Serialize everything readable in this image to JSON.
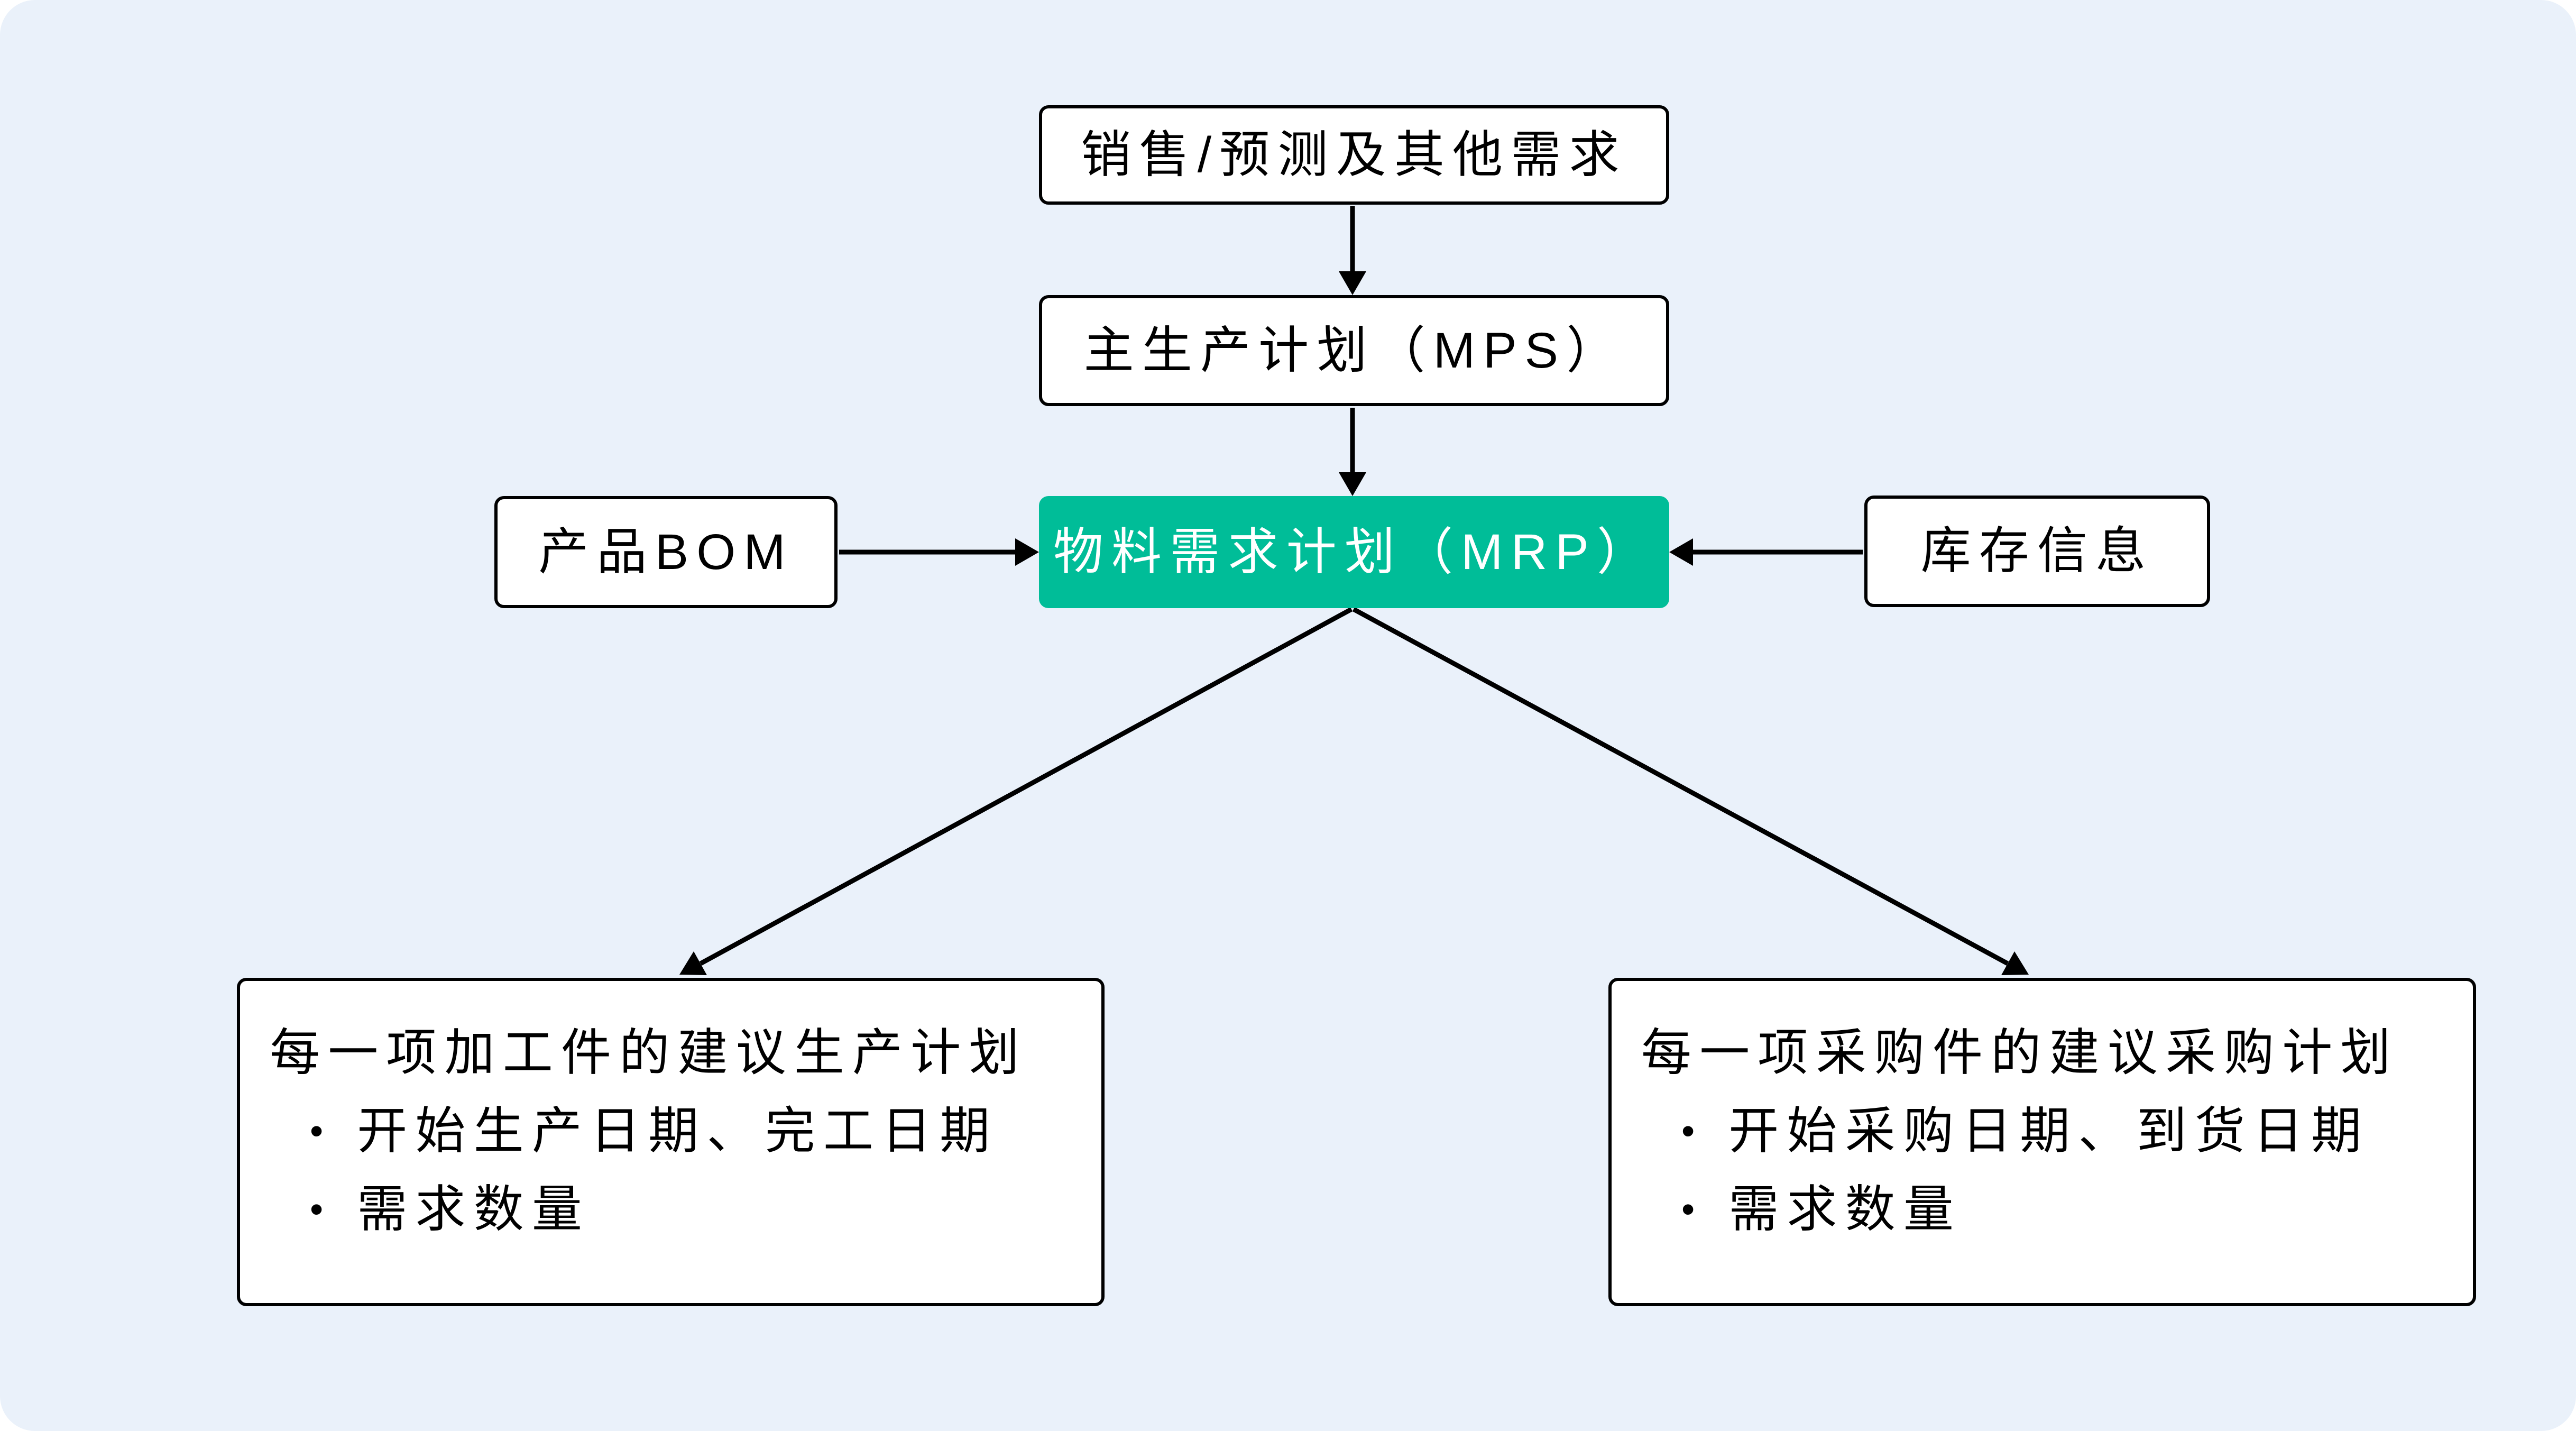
{
  "diagram": {
    "background": "#FFFFFF",
    "panel_color": "#EAF1FA",
    "accent_color": "#00BD98",
    "line_color": "#000000",
    "bullet_glyph": "•",
    "nodes": {
      "sales": {
        "label": "销售/预测及其他需求"
      },
      "mps": {
        "label": "主生产计划（MPS）"
      },
      "mrp": {
        "label": "物料需求计划（MRP）"
      },
      "bom": {
        "label": "产品BOM"
      },
      "inventory": {
        "label": "库存信息"
      },
      "production": {
        "title": "每一项加工件的建议生产计划",
        "bullets": [
          "开始生产日期、完工日期",
          "需求数量"
        ]
      },
      "purchase": {
        "title": "每一项采购件的建议采购计划",
        "bullets": [
          "开始采购日期、到货日期",
          "需求数量"
        ]
      }
    }
  }
}
